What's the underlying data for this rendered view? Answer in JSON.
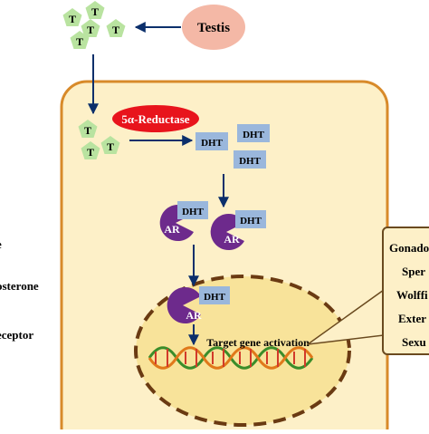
{
  "source_label": "Testis",
  "testosterone_label": "T",
  "enzyme_label": "5α-Reductase",
  "dht_label": "DHT",
  "receptor_label": "AR",
  "gene_label": "Target gene activation",
  "legend": [
    "e",
    "osterone",
    "eceptor"
  ],
  "effects": [
    "Gonado",
    "Sper",
    "Wolffi",
    "Exter",
    "Sexu"
  ],
  "colors": {
    "cell_fill": "#fdf0c8",
    "cell_border": "#d88a2a",
    "nucleus_fill": "#f8e39a",
    "nucleus_border": "#6a3a12",
    "testis_fill": "#f4b8a6",
    "pentagon_fill": "#b9e3a0",
    "enzyme_fill": "#e8141c",
    "dht_fill": "#9ab7dc",
    "receptor_fill": "#6d2a8c",
    "arrow": "#0b2f6b"
  }
}
